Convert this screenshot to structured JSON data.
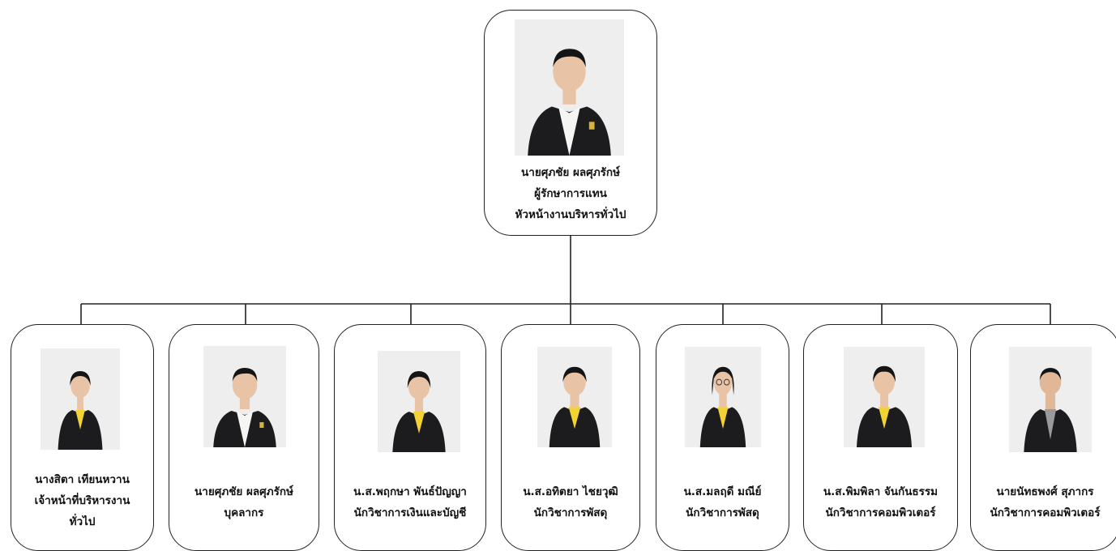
{
  "colors": {
    "line": "#222222",
    "jacket": "#1c1c1e",
    "shirt_yellow": "#f3d334",
    "shirt_white": "#f5f5f3",
    "skin": "#e8c3a6",
    "hair": "#151515",
    "photo_bg": "#eeeeee"
  },
  "chart": {
    "head": {
      "name": "นายศุภชัย  ผลศุภรักษ์",
      "role_line1": "ผู้รักษาการแทน",
      "role_line2": "หัวหน้างานบริหารทั่วไป",
      "photo_icon": "portrait-man-white-shirt"
    },
    "members": [
      {
        "line1": "นางสิตา เทียนหวาน",
        "line2": "เจ้าหน้าที่บริหารงาน",
        "line3": "ทั่วไป",
        "photo_icon": "portrait-woman-yellow-shirt"
      },
      {
        "line1": "นายศุภชัย  ผลศุภรักษ์",
        "line2": "บุคลากร",
        "photo_icon": "portrait-man-white-shirt"
      },
      {
        "line1": "น.ส.พฤกษา พันธ์ปัญญา",
        "line2": "นักวิชาการเงินและบัญชี",
        "photo_icon": "portrait-woman-yellow-shirt"
      },
      {
        "line1": "น.ส.อทิตยา ไชยวุฒิ",
        "line2": "นักวิชาการพัสดุ",
        "photo_icon": "portrait-woman-yellow-shirt"
      },
      {
        "line1": "น.ส.มลฤดี มณีย์",
        "line2": "นักวิชาการพัสดุ",
        "photo_icon": "portrait-woman-yellow-shirt-glasses"
      },
      {
        "line1": "น.ส.พิมพิลา  จันกันธรรม",
        "line2": "นักวิชาการคอมพิวเตอร์",
        "photo_icon": "portrait-woman-yellow-shirt"
      },
      {
        "line1": "นายนัทธพงศ์  สุภากร",
        "line2": "นักวิชาการคอมพิวเตอร์",
        "photo_icon": "portrait-man-grey-shirt"
      }
    ]
  }
}
